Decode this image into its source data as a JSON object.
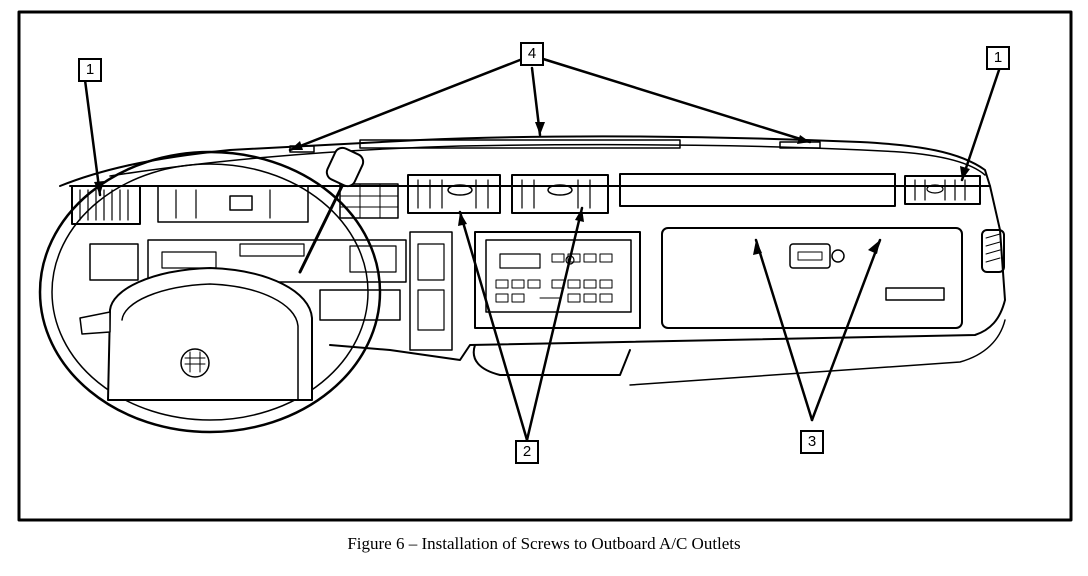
{
  "callouts": {
    "left_outlet": "1",
    "defrost_screws": "4",
    "right_outlet": "1",
    "center_outlets": "2",
    "glovebox_screws": "3"
  },
  "caption": "Figure 6 – Installation of Screws to Outboard A/C Outlets",
  "colors": {
    "line": "#000000",
    "background": "#ffffff"
  }
}
